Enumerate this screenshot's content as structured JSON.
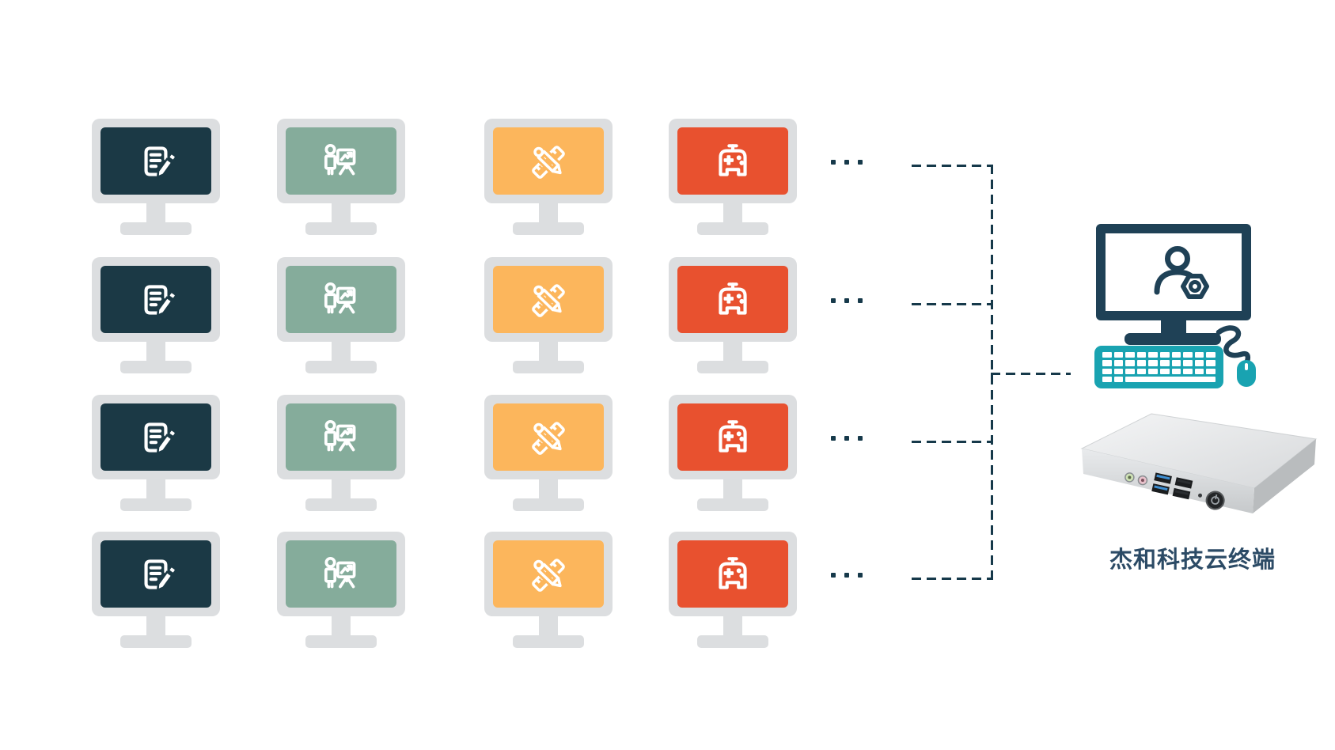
{
  "colors": {
    "monitor_frame_gray": "#dcdee0",
    "office_navy": "#1b3945",
    "presentation_green": "#85ac9b",
    "design_orange": "#fcb65c",
    "gaming_red": "#e8512f",
    "terminal_teal": "#19a3b1",
    "connector_navy": "#16394a",
    "admin_navy": "#1f4156",
    "label_navy": "#2c4b66"
  },
  "grid": {
    "rows": 4,
    "row_ellipsis": "...",
    "columns": [
      {
        "type": "office-workstation",
        "icon": "document-edit-icon",
        "screen_color": "#1b3945"
      },
      {
        "type": "presentation-workstation",
        "icon": "presentation-chart-icon",
        "screen_color": "#85ac9b"
      },
      {
        "type": "design-workstation",
        "icon": "ruler-pencil-icon",
        "screen_color": "#fcb65c"
      },
      {
        "type": "gaming-workstation",
        "icon": "gamepad-icon",
        "screen_color": "#e8512f"
      }
    ]
  },
  "admin_station": {
    "monitor_icon": "user-gear-icon",
    "keyboard_icon": "keyboard-icon",
    "mouse_icon": "mouse-icon",
    "device_icon": "cloud-terminal-device",
    "device_label": "杰和科技云终端"
  }
}
